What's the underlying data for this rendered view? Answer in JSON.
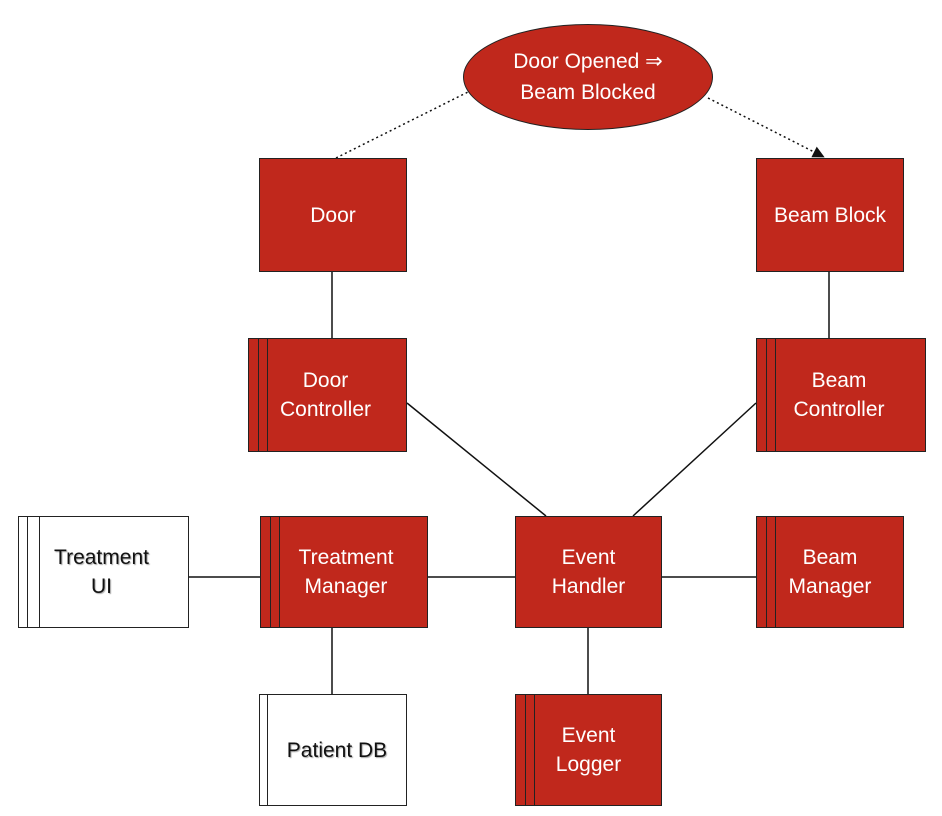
{
  "diagram": {
    "constraint": {
      "line1": "Door Opened ⇒",
      "line2": "Beam Blocked"
    },
    "nodes": {
      "door": {
        "line1": "Door",
        "line2": ""
      },
      "beam_block": {
        "line1": "Beam Block",
        "line2": ""
      },
      "door_controller": {
        "line1": "Door",
        "line2": "Controller"
      },
      "beam_controller": {
        "line1": "Beam",
        "line2": "Controller"
      },
      "treatment_ui": {
        "line1": "Treatment",
        "line2": "UI"
      },
      "treatment_manager": {
        "line1": "Treatment",
        "line2": "Manager"
      },
      "event_handler": {
        "line1": "Event",
        "line2": "Handler"
      },
      "beam_manager": {
        "line1": "Beam",
        "line2": "Manager"
      },
      "patient_db": {
        "line1": "Patient DB",
        "line2": ""
      },
      "event_logger": {
        "line1": "Event",
        "line2": "Logger"
      }
    },
    "colors": {
      "component": "#c0281c",
      "external": "#ffffff",
      "line": "#111111"
    }
  }
}
